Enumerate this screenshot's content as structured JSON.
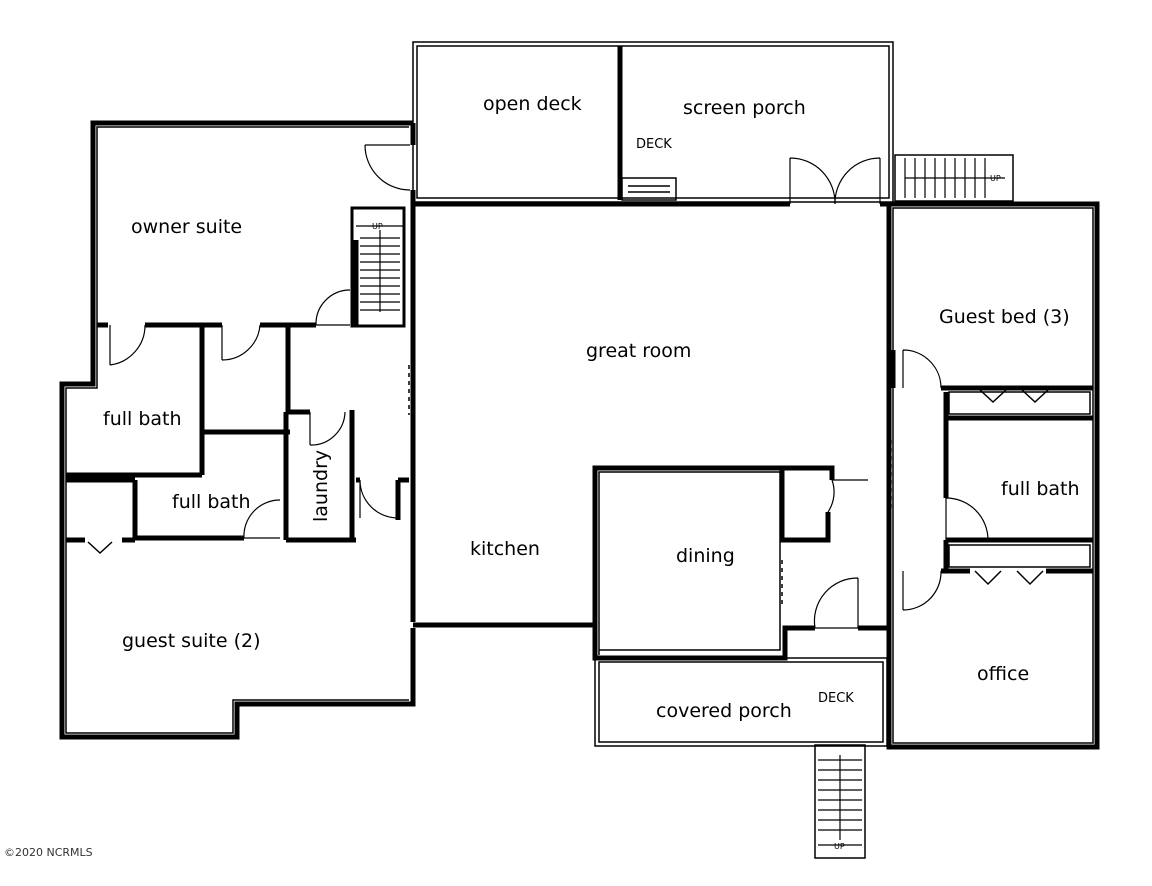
{
  "rooms": {
    "open_deck": "open deck",
    "screen_porch": "screen porch",
    "deck_upper": "DECK",
    "owner_suite": "owner suite",
    "great_room": "great room",
    "guest_bed": "Guest bed (3)",
    "full_bath_1": "full bath",
    "full_bath_2": "full bath",
    "full_bath_3": "full bath",
    "laundry": "laundry",
    "kitchen": "kitchen",
    "dining": "dining",
    "guest_suite": "guest suite (2)",
    "office": "office",
    "covered_porch": "covered porch",
    "deck_lower": "DECK"
  },
  "stairs": {
    "up_label_1": "UP",
    "up_label_2": "UP",
    "up_label_3": "UP"
  },
  "footer": {
    "copyright": "©2020 NCRMLS"
  }
}
